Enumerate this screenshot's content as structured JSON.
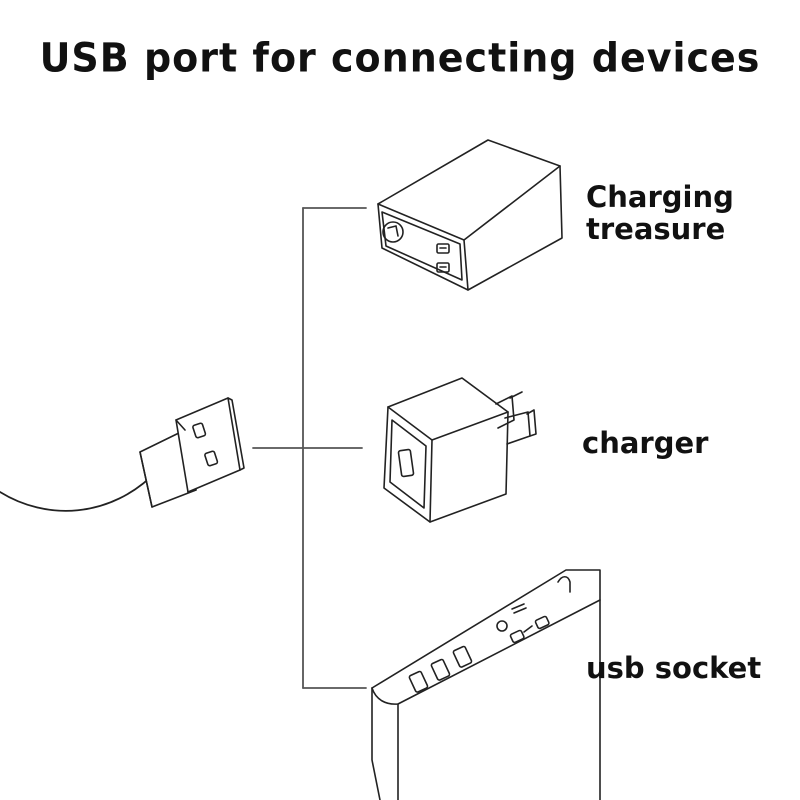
{
  "title": "USB port for connecting devices",
  "devices": [
    {
      "label_lines": [
        "Charging",
        "treasure"
      ]
    },
    {
      "label_lines": [
        "charger"
      ]
    },
    {
      "label_lines": [
        "usb socket"
      ]
    }
  ],
  "colors": {
    "stroke": "#222222",
    "line": "#555555",
    "background": "#ffffff"
  }
}
